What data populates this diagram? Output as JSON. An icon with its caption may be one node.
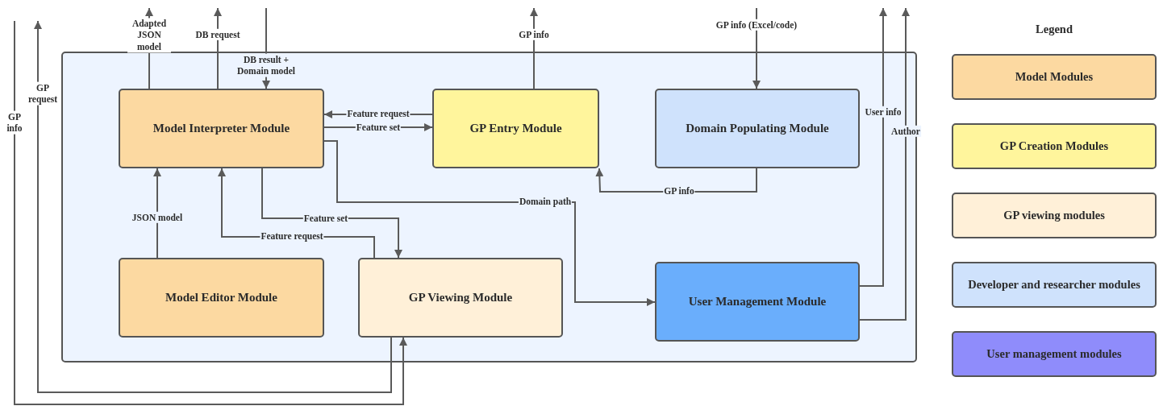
{
  "diagram": {
    "nodes": [
      {
        "text": [],
        "shape": "box"
      },
      {
        "text": [
          "Model Interpreter Module"
        ],
        "in": 0
      },
      {
        "text": [
          "GP Entry Module"
        ],
        "in": 0
      },
      {
        "text": [
          "Domain Populating Module"
        ],
        "in": 0
      },
      {
        "text": [
          "Model Editor Module"
        ],
        "in": 0
      },
      {
        "text": [
          "GP Viewing Module"
        ],
        "in": 0
      },
      {
        "text": [
          "User Management Module"
        ],
        "in": 0
      }
    ],
    "edges": [
      {
        "from": 1,
        "to": null,
        "arrow": "to",
        "label": "Adapted JSON model"
      },
      {
        "from": 1,
        "to": null,
        "arrow": "to",
        "label": "DB request"
      },
      {
        "from": null,
        "to": 1,
        "arrow": "to",
        "label": "DB result + Domain model"
      },
      {
        "from": 2,
        "to": 1,
        "arrow": "to",
        "label": "Feature request"
      },
      {
        "from": 1,
        "to": 2,
        "arrow": "to",
        "label": "Feature set"
      },
      {
        "from": 2,
        "to": null,
        "arrow": "to",
        "label": "GP info"
      },
      {
        "from": null,
        "to": 3,
        "arrow": "to",
        "label": "GP info (Excel/code)"
      },
      {
        "from": 3,
        "to": 2,
        "arrow": "to",
        "label": "GP info"
      },
      {
        "from": 1,
        "to": 6,
        "arrow": "to",
        "label": "Domain path"
      },
      {
        "from": 4,
        "to": 1,
        "arrow": "to",
        "label": "JSON model"
      },
      {
        "from": 1,
        "to": 5,
        "arrow": "to",
        "label": "Feature set"
      },
      {
        "from": 5,
        "to": 1,
        "arrow": "to",
        "label": "Feature request"
      },
      {
        "from": 5,
        "to": null,
        "arrow": "to",
        "label": "GP request"
      },
      {
        "from": null,
        "to": 5,
        "arrow": "to",
        "label": "GP info"
      },
      {
        "from": 6,
        "to": null,
        "arrow": "to",
        "label": "User info"
      },
      {
        "from": 6,
        "to": null,
        "arrow": "to",
        "label": "Author"
      }
    ],
    "labels": [
      "Legend"
    ],
    "legend": [
      {
        "text": "Model Modules",
        "color": "#fcd9a1"
      },
      {
        "text": "GP Creation Modules",
        "color": "#fff59c"
      },
      {
        "text": "GP viewing modules",
        "color": "#fff0d8"
      },
      {
        "text": "Developer and researcher modules",
        "color": "#cfe2fc"
      },
      {
        "text": "User management modules",
        "color": "#8f8cfb"
      }
    ]
  }
}
